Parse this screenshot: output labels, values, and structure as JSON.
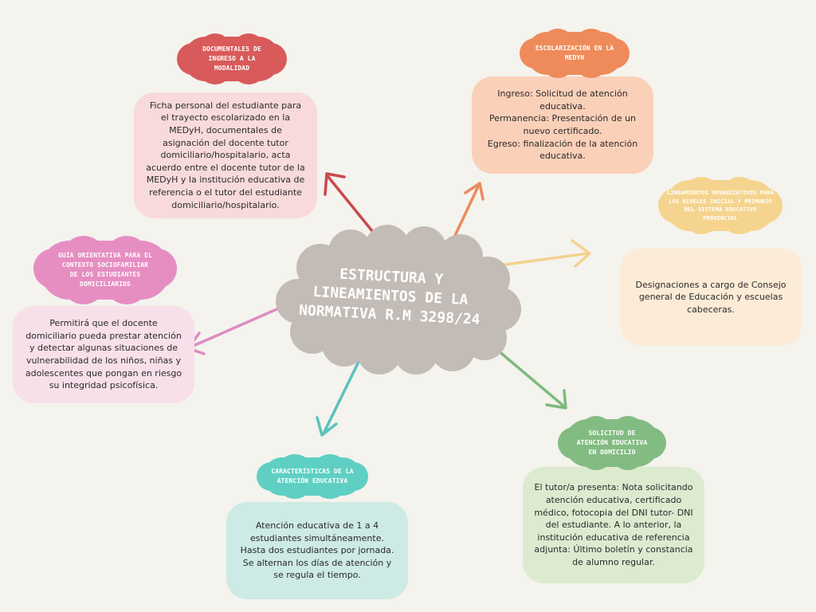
{
  "center": {
    "title": "ESTRUCTURA Y\nLINEAMIENTOS DE LA\nNORMATIVA R.M 3298/24"
  },
  "nodes": {
    "documentales": {
      "title": "DOCUMENTALES DE INGRESO A LA MODALIDAD",
      "text": "Ficha personal del estudiante para el trayecto escolarizado en la MEDyH, documentales de asignación del docente tutor domiciliario/hospitalario, acta acuerdo entre el docente tutor de la MEDyH y la institución educativa de referencia o el tutor del estudiante domiciliario/hospitalario.",
      "title_color": "#d95a5a",
      "box_color": "#f9dadb"
    },
    "escolarizacion": {
      "title": "ESCOLARIZACIÓN EN LA MEDYH",
      "text": "Ingreso: Solicitud de atención educativa.\nPermanencia: Presentación de un nuevo certificado.\nEgreso: finalización de la atención educativa.",
      "title_color": "#ef8b5a",
      "box_color": "#fbd0b8"
    },
    "lineamientos": {
      "title": "LINEAMIENTOS ORGANIZATIVOS PARA LOS NIVELES INICIAL Y PRIMARIO DEL SISTEMA EDUCATIVO PROVINCIAL",
      "text": "Designaciones a cargo de Consejo general de Educación y escuelas cabeceras.",
      "title_color": "#f5d48f",
      "box_color": "#fcebd6"
    },
    "guia": {
      "title": "GUÍA ORIENTATIVA PARA EL CONTEXTO SOCIOFAMILIAR DE LOS ESTUDIANTES DOMICILIARIOS",
      "text": "Permitirá que el docente domiciliario pueda prestar atención y detectar algunas situaciones de vulnerabilidad de los niños, niñas y adolescentes que pongan en riesgo su integridad psicofísica.",
      "title_color": "#e68ec2",
      "box_color": "#f8e0ea"
    },
    "caracteristicas": {
      "title": "CARACTERÍSTICAS DE LA ATENCIÓN EDUCATIVA",
      "text": "Atención educativa de 1 a 4 estudiantes simultáneamente. Hasta dos estudiantes por jornada. Se alternan los días de atención y se regula el tiempo.",
      "title_color": "#5fcfc4",
      "box_color": "#cdeae4"
    },
    "solicitud": {
      "title": "SOLICITUD DE ATENCIÓN EDUCATIVA EN DOMICILIO",
      "text": "El tutor/a presenta:  Nota solicitando atención educativa, certificado médico, fotocopia del DNI tutor- DNI del estudiante. A lo anterior, la institución educativa de referencia adjunta: Último boletín y constancia de alumno regular.",
      "title_color": "#83bc83",
      "box_color": "#dcebd0"
    }
  },
  "colors": {
    "background": "#f4f3ee",
    "center_cloud": "#c3bcb6"
  }
}
